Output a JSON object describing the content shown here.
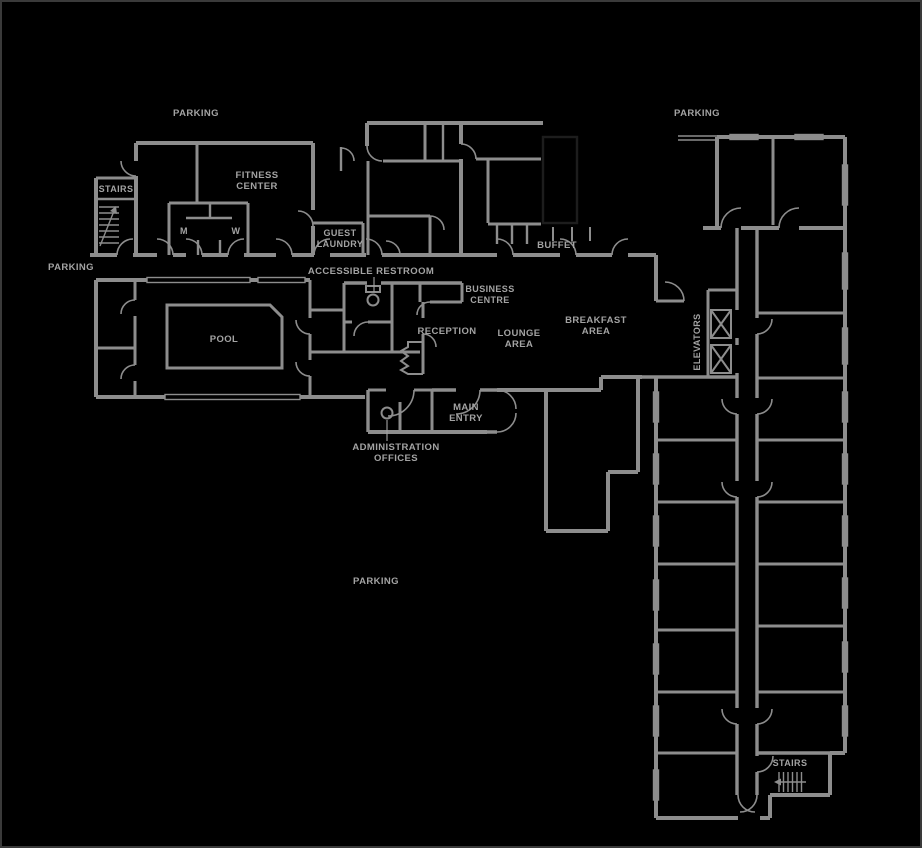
{
  "type": "floor-plan",
  "colors": {
    "background": "#000000",
    "wall": "#8d8d8d",
    "text": "#a3a3a3",
    "dark_outline": "#1d1d1d",
    "border": "#3a3a3a"
  },
  "labels": {
    "parking": {
      "top_left": "PARKING",
      "top_right": "PARKING",
      "west": "PARKING",
      "south": "PARKING"
    },
    "rooms": {
      "stairs_north": "STAIRS",
      "stairs_south": "STAIRS",
      "fitness": [
        "FITNESS",
        "CENTER"
      ],
      "mens": "M",
      "womens": "W",
      "guest_laundry": [
        "GUEST",
        "LAUNDRY"
      ],
      "buffet": "BUFFET",
      "accessible_restroom": "ACCESSIBLE RESTROOM",
      "business_centre": [
        "BUSINESS",
        "CENTRE"
      ],
      "pool": "POOL",
      "reception": "RECEPTION",
      "lounge": [
        "LOUNGE",
        "AREA"
      ],
      "breakfast": [
        "BREAKFAST",
        "AREA"
      ],
      "elevators": "ELEVATORS",
      "main_entry": [
        "MAIN",
        "ENTRY"
      ],
      "admin_offices": [
        "ADMINISTRATION",
        "OFFICES"
      ]
    }
  }
}
